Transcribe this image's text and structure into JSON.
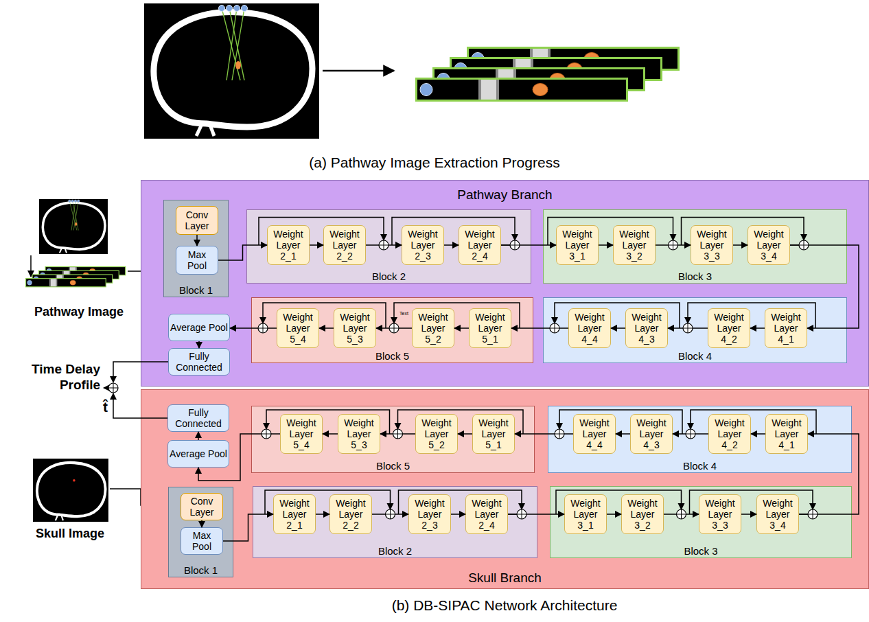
{
  "diagram": {
    "nodes": [
      {
        "text": [
          "Pathway Branch"
        ]
      },
      {
        "text": [
          "Block 1"
        ],
        "in": 0
      },
      {
        "text": [
          "Conv Layer"
        ],
        "in": 1
      },
      {
        "text": [
          "Max Pool"
        ],
        "in": 1
      },
      {
        "text": [
          "Block 2"
        ],
        "in": 0
      },
      {
        "text": [
          "Weight Layer 2_1"
        ],
        "in": 4
      },
      {
        "text": [
          "Weight Layer 2_2"
        ],
        "in": 4
      },
      {
        "text": [
          "Weight Layer 2_3"
        ],
        "in": 4
      },
      {
        "text": [
          "Weight Layer 2_4"
        ],
        "in": 4
      },
      {
        "text": [
          "Block 3"
        ],
        "in": 0
      },
      {
        "text": [
          "Weight Layer 3_1"
        ],
        "in": 9
      },
      {
        "text": [
          "Weight Layer 3_2"
        ],
        "in": 9
      },
      {
        "text": [
          "Weight Layer 3_3"
        ],
        "in": 9
      },
      {
        "text": [
          "Weight Layer 3_4"
        ],
        "in": 9
      },
      {
        "text": [
          "Block 4"
        ],
        "in": 0
      },
      {
        "text": [
          "Weight Layer 4_1"
        ],
        "in": 14
      },
      {
        "text": [
          "Weight Layer 4_2"
        ],
        "in": 14
      },
      {
        "text": [
          "Weight Layer 4_3"
        ],
        "in": 14
      },
      {
        "text": [
          "Weight Layer 4_4"
        ],
        "in": 14
      },
      {
        "text": [
          "Block 5"
        ],
        "in": 0
      },
      {
        "text": [
          "Weight Layer 5_1"
        ],
        "in": 19
      },
      {
        "text": [
          "Weight Layer 5_2"
        ],
        "in": 19
      },
      {
        "text": [
          "Weight Layer 5_3"
        ],
        "in": 19
      },
      {
        "text": [
          "Weight Layer 5_4"
        ],
        "in": 19
      },
      {
        "text": [
          "Average Pool"
        ],
        "in": 0
      },
      {
        "text": [
          "Fully Connected"
        ],
        "in": 0
      },
      {
        "text": [
          "Skull Branch"
        ]
      },
      {
        "text": [
          "Block 1"
        ],
        "in": 26
      },
      {
        "text": [
          "Conv Layer"
        ],
        "in": 27
      },
      {
        "text": [
          "Max Pool"
        ],
        "in": 27
      },
      {
        "text": [
          "Block 2"
        ],
        "in": 26
      },
      {
        "text": [
          "Weight Layer 2_1"
        ],
        "in": 30
      },
      {
        "text": [
          "Weight Layer 2_2"
        ],
        "in": 30
      },
      {
        "text": [
          "Weight Layer 2_3"
        ],
        "in": 30
      },
      {
        "text": [
          "Weight Layer 2_4"
        ],
        "in": 30
      },
      {
        "text": [
          "Block 3"
        ],
        "in": 26
      },
      {
        "text": [
          "Weight Layer 3_1"
        ],
        "in": 35
      },
      {
        "text": [
          "Weight Layer 3_2"
        ],
        "in": 35
      },
      {
        "text": [
          "Weight Layer 3_3"
        ],
        "in": 35
      },
      {
        "text": [
          "Weight Layer 3_4"
        ],
        "in": 35
      },
      {
        "text": [
          "Block 4"
        ],
        "in": 26
      },
      {
        "text": [
          "Weight Layer 4_1"
        ],
        "in": 40
      },
      {
        "text": [
          "Weight Layer 4_2"
        ],
        "in": 40
      },
      {
        "text": [
          "Weight Layer 4_3"
        ],
        "in": 40
      },
      {
        "text": [
          "Weight Layer 4_4"
        ],
        "in": 40
      },
      {
        "text": [
          "Block 5"
        ],
        "in": 26
      },
      {
        "text": [
          "Weight Layer 5_1"
        ],
        "in": 45
      },
      {
        "text": [
          "Weight Layer 5_2"
        ],
        "in": 45
      },
      {
        "text": [
          "Weight Layer 5_3"
        ],
        "in": 45
      },
      {
        "text": [
          "Weight Layer 5_4"
        ],
        "in": 45
      },
      {
        "text": [
          "Average Pool"
        ],
        "in": 26
      },
      {
        "text": [
          "Fully Connected"
        ],
        "in": 26
      }
    ],
    "edges": [
      {
        "from": 2,
        "to": 3,
        "arrow": "to"
      },
      {
        "from": 3,
        "to": 5,
        "arrow": "to"
      },
      {
        "from": 5,
        "to": 6,
        "arrow": "to"
      },
      {
        "from": 6,
        "to": 7,
        "arrow": "to"
      },
      {
        "from": 7,
        "to": 8,
        "arrow": "to"
      },
      {
        "from": 8,
        "to": 10,
        "arrow": "to"
      },
      {
        "from": 10,
        "to": 11,
        "arrow": "to"
      },
      {
        "from": 11,
        "to": 12,
        "arrow": "to"
      },
      {
        "from": 12,
        "to": 13,
        "arrow": "to"
      },
      {
        "from": 13,
        "to": 15,
        "arrow": "to"
      },
      {
        "from": 15,
        "to": 16,
        "arrow": "to"
      },
      {
        "from": 16,
        "to": 17,
        "arrow": "to"
      },
      {
        "from": 17,
        "to": 18,
        "arrow": "to"
      },
      {
        "from": 18,
        "to": 20,
        "arrow": "to"
      },
      {
        "from": 20,
        "to": 21,
        "arrow": "to"
      },
      {
        "from": 21,
        "to": 22,
        "arrow": "to"
      },
      {
        "from": 22,
        "to": 23,
        "arrow": "to"
      },
      {
        "from": 23,
        "to": 24,
        "arrow": "to"
      },
      {
        "from": 24,
        "to": 25,
        "arrow": "to"
      },
      {
        "from": 28,
        "to": 29,
        "arrow": "to"
      },
      {
        "from": 29,
        "to": 31,
        "arrow": "to"
      },
      {
        "from": 31,
        "to": 32,
        "arrow": "to"
      },
      {
        "from": 32,
        "to": 33,
        "arrow": "to"
      },
      {
        "from": 33,
        "to": 34,
        "arrow": "to"
      },
      {
        "from": 34,
        "to": 36,
        "arrow": "to"
      },
      {
        "from": 36,
        "to": 37,
        "arrow": "to"
      },
      {
        "from": 37,
        "to": 38,
        "arrow": "to"
      },
      {
        "from": 38,
        "to": 39,
        "arrow": "to"
      },
      {
        "from": 39,
        "to": 41,
        "arrow": "to"
      },
      {
        "from": 41,
        "to": 42,
        "arrow": "to"
      },
      {
        "from": 42,
        "to": 43,
        "arrow": "to"
      },
      {
        "from": 43,
        "to": 44,
        "arrow": "to"
      },
      {
        "from": 44,
        "to": 46,
        "arrow": "to"
      },
      {
        "from": 46,
        "to": 47,
        "arrow": "to"
      },
      {
        "from": 47,
        "to": 48,
        "arrow": "to"
      },
      {
        "from": 48,
        "to": 49,
        "arrow": "to"
      },
      {
        "from": 49,
        "to": 50,
        "arrow": "to"
      },
      {
        "from": 50,
        "to": 51,
        "arrow": "to"
      }
    ],
    "labels": [
      "Pathway Image",
      "Skull Image",
      "Time Delay Profile",
      "t̂",
      "Text",
      "(a) Pathway Image Extraction Progress",
      "(b) DB-SIPAC Network Architecture"
    ]
  }
}
